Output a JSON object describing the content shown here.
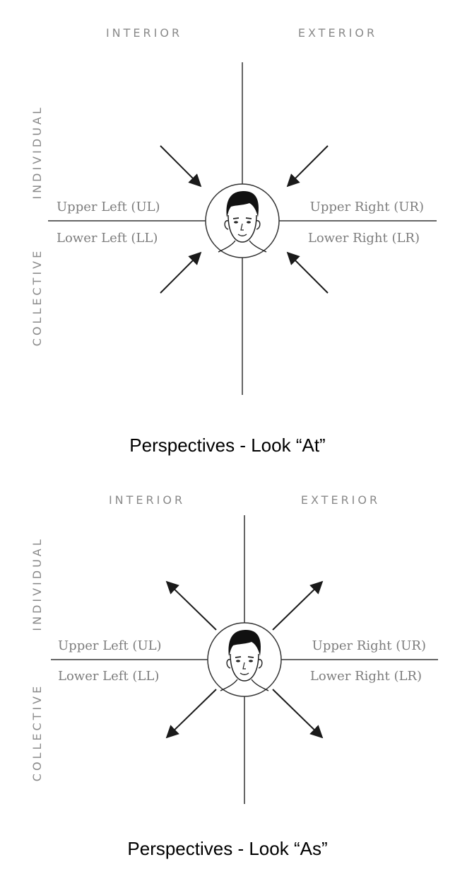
{
  "panels": [
    {
      "axes": {
        "top_left": "INTERIOR",
        "top_right": "EXTERIOR",
        "side_upper": "INDIVIDUAL",
        "side_lower": "COLLECTIVE"
      },
      "quadrants": {
        "ul": "Upper Left (UL)",
        "ur": "Upper Right (UR)",
        "ll": "Lower Left (LL)",
        "lr": "Lower Right (LR)"
      },
      "arrow_direction": "inward",
      "icon": "face-icon",
      "caption": "Perspectives - Look “At”"
    },
    {
      "axes": {
        "top_left": "INTERIOR",
        "top_right": "EXTERIOR",
        "side_upper": "INDIVIDUAL",
        "side_lower": "COLLECTIVE"
      },
      "quadrants": {
        "ul": "Upper Left (UL)",
        "ur": "Upper Right (UR)",
        "ll": "Lower Left (LL)",
        "lr": "Lower Right (LR)"
      },
      "arrow_direction": "outward",
      "icon": "face-icon",
      "caption": "Perspectives - Look “As”"
    }
  ]
}
